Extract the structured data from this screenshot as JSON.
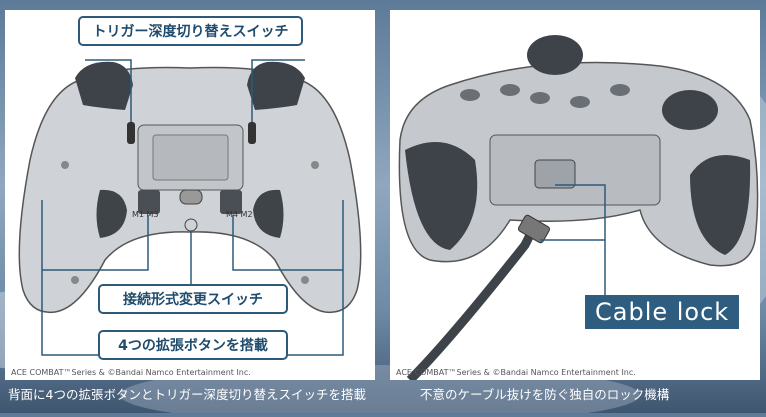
{
  "left_panel": {
    "callout_top": "トリガー深度切り替えスイッチ",
    "callout_middle": "接続形式変更スイッチ",
    "callout_bottom": "4つの拡張ボタンを搭載",
    "label_m1m3": "M1 M3",
    "label_m4m2": "M4 M2",
    "copyright": "ACE COMBAT™Series & ©Bandai Namco Entertainment Inc.",
    "caption": "背面に4つの拡張ボタンとトリガー深度切り替えスイッチを搭載"
  },
  "right_panel": {
    "tag": "Cable lock",
    "copyright": "ACE COMBAT™Series & ©Bandai Namco Entertainment Inc.",
    "caption": "不意のケーブル抜けを防ぐ独自のロック機構"
  },
  "colors": {
    "callout_border": "#2d5a7b",
    "callout_text": "#1f4b6c",
    "tag_bg": "#2e5d80",
    "leader_line": "#2d5a7b"
  }
}
